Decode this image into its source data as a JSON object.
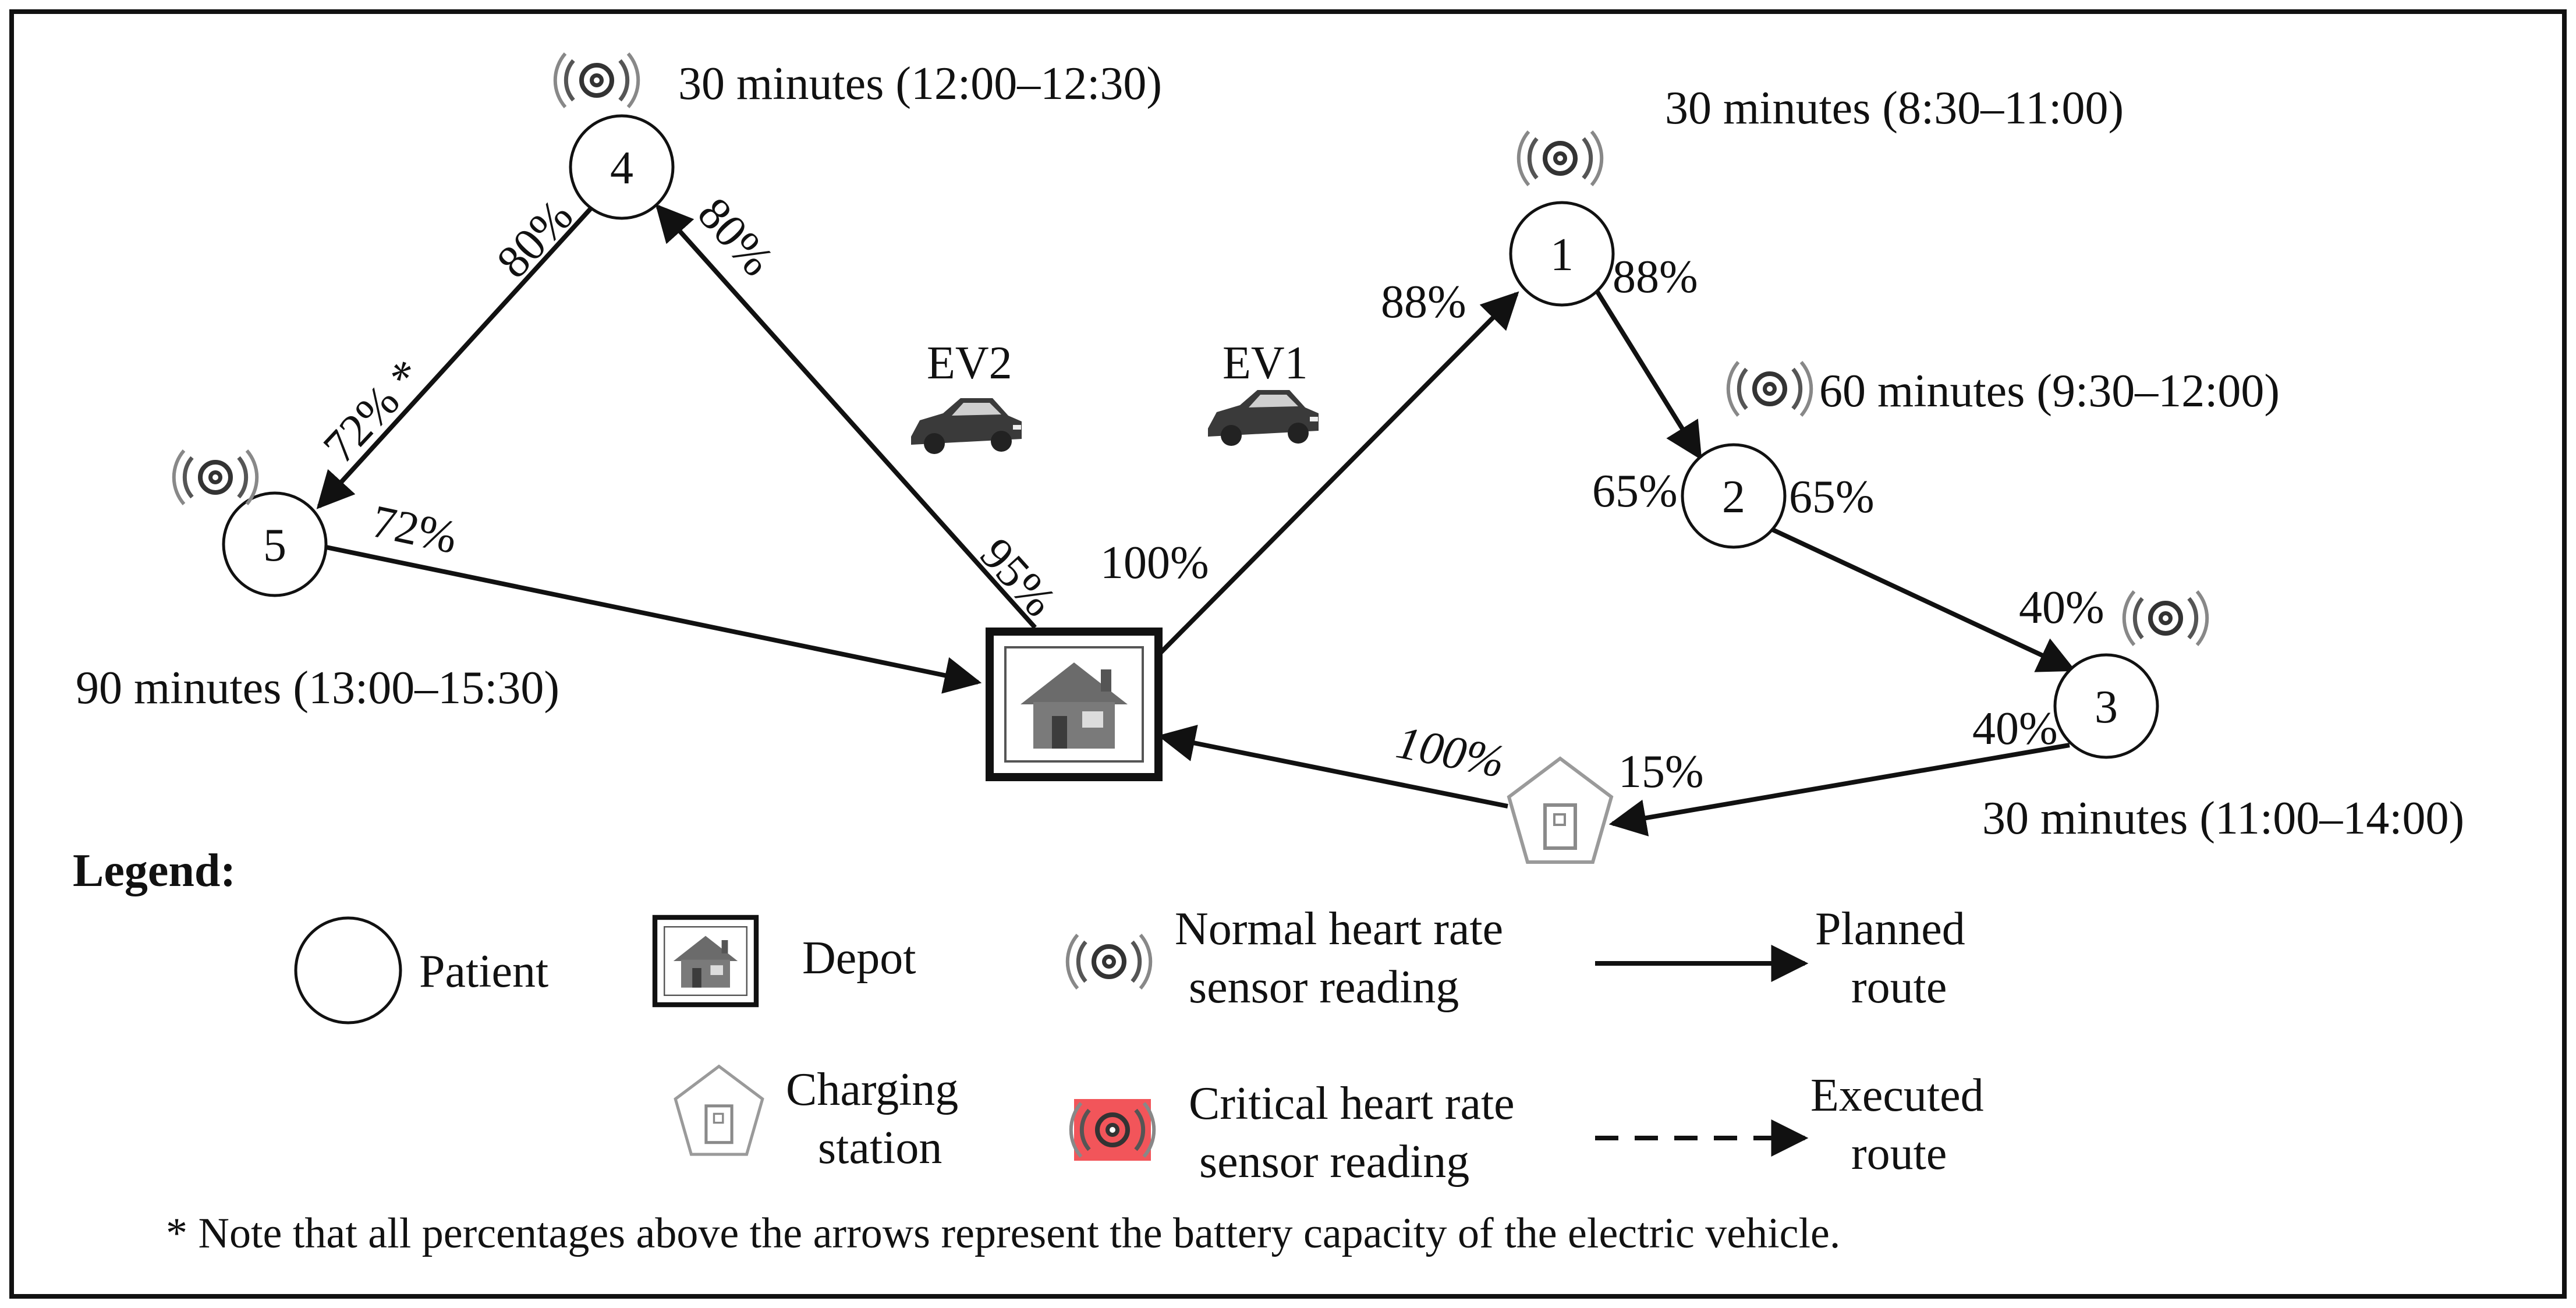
{
  "nodes": [
    {
      "id": "1",
      "label": "1",
      "time": "30 minutes (8:30–11:00)"
    },
    {
      "id": "2",
      "label": "2",
      "time": "60 minutes (9:30–12:00)"
    },
    {
      "id": "3",
      "label": "3",
      "time": "30 minutes (11:00–14:00)"
    },
    {
      "id": "4",
      "label": "4",
      "time": "30 minutes (12:00–12:30)"
    },
    {
      "id": "5",
      "label": "5",
      "time": "90 minutes (13:00–15:30)"
    }
  ],
  "vehicles": {
    "ev1": "EV1",
    "ev2": "EV2"
  },
  "battery_labels": {
    "depot_to_1_start": "100%",
    "depot_to_1_end": "88%",
    "one_to_2_start": "88%",
    "one_to_2_end": "65%",
    "two_to_3_start": "65%",
    "two_to_3_end": "40%",
    "three_to_cs_start": "40%",
    "three_to_cs_end": "15%",
    "cs_to_depot": "100%",
    "depot_to_4_start": "95%",
    "depot_to_4_end": "80%",
    "four_to_5_start": "80%",
    "four_to_5_end": "72% *",
    "five_to_depot": "72%"
  },
  "legend": {
    "title": "Legend:",
    "patient": "Patient",
    "depot": "Depot",
    "normal_sensor_1": "Normal heart rate",
    "normal_sensor_2": "sensor reading",
    "planned_1": "Planned",
    "planned_2": "route",
    "charging_1": "Charging",
    "charging_2": "station",
    "critical_sensor_1": "Critical heart rate",
    "critical_sensor_2": "sensor reading",
    "executed_1": "Executed",
    "executed_2": "route"
  },
  "note": "* Note that all percentages above the arrows represent the battery capacity of the electric vehicle.",
  "colors": {
    "line": "#111111",
    "critical": "#f2555a",
    "station": "#9a9a9a"
  }
}
